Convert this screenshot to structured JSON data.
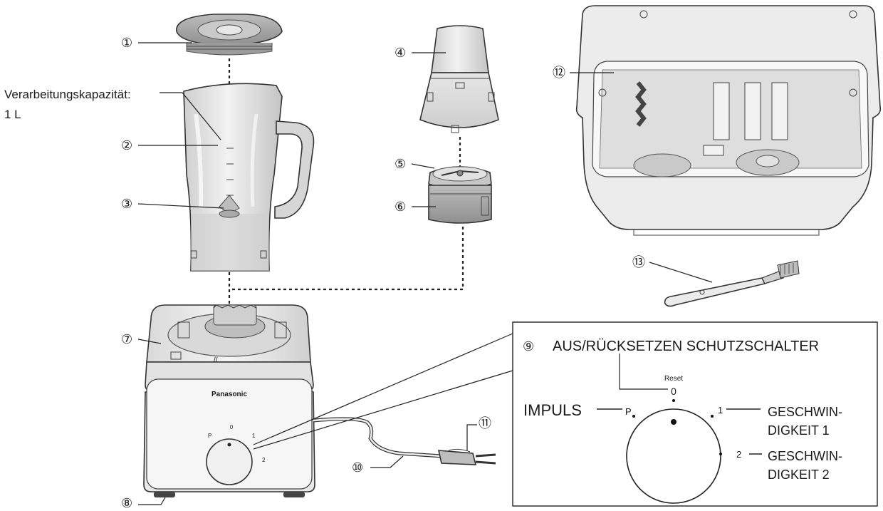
{
  "capacity": {
    "label": "Verarbeitungskapazität:",
    "value": "1 L"
  },
  "callouts": {
    "c1": "①",
    "c2": "②",
    "c3": "③",
    "c4": "④",
    "c5": "⑤",
    "c6": "⑥",
    "c7": "⑦",
    "c8": "⑧",
    "c9": "⑨",
    "c10": "⑩",
    "c11": "⑪",
    "c12": "⑫",
    "c13": "⑬"
  },
  "brand": "Panasonic",
  "base_dial": {
    "p": "P",
    "zero": "0",
    "one": "1",
    "two": "2"
  },
  "detail": {
    "header": "AUS/RÜCKSETZEN SCHUTZSCHALTER",
    "reset": "Reset",
    "zero": "0",
    "impuls": "IMPULS",
    "p": "P",
    "one": "1",
    "two": "2",
    "speed1_line1": "GESCHWIN-",
    "speed1_line2": "DIGKEIT 1",
    "speed2_line1": "GESCHWIN-",
    "speed2_line2": "DIGKEIT 2"
  }
}
